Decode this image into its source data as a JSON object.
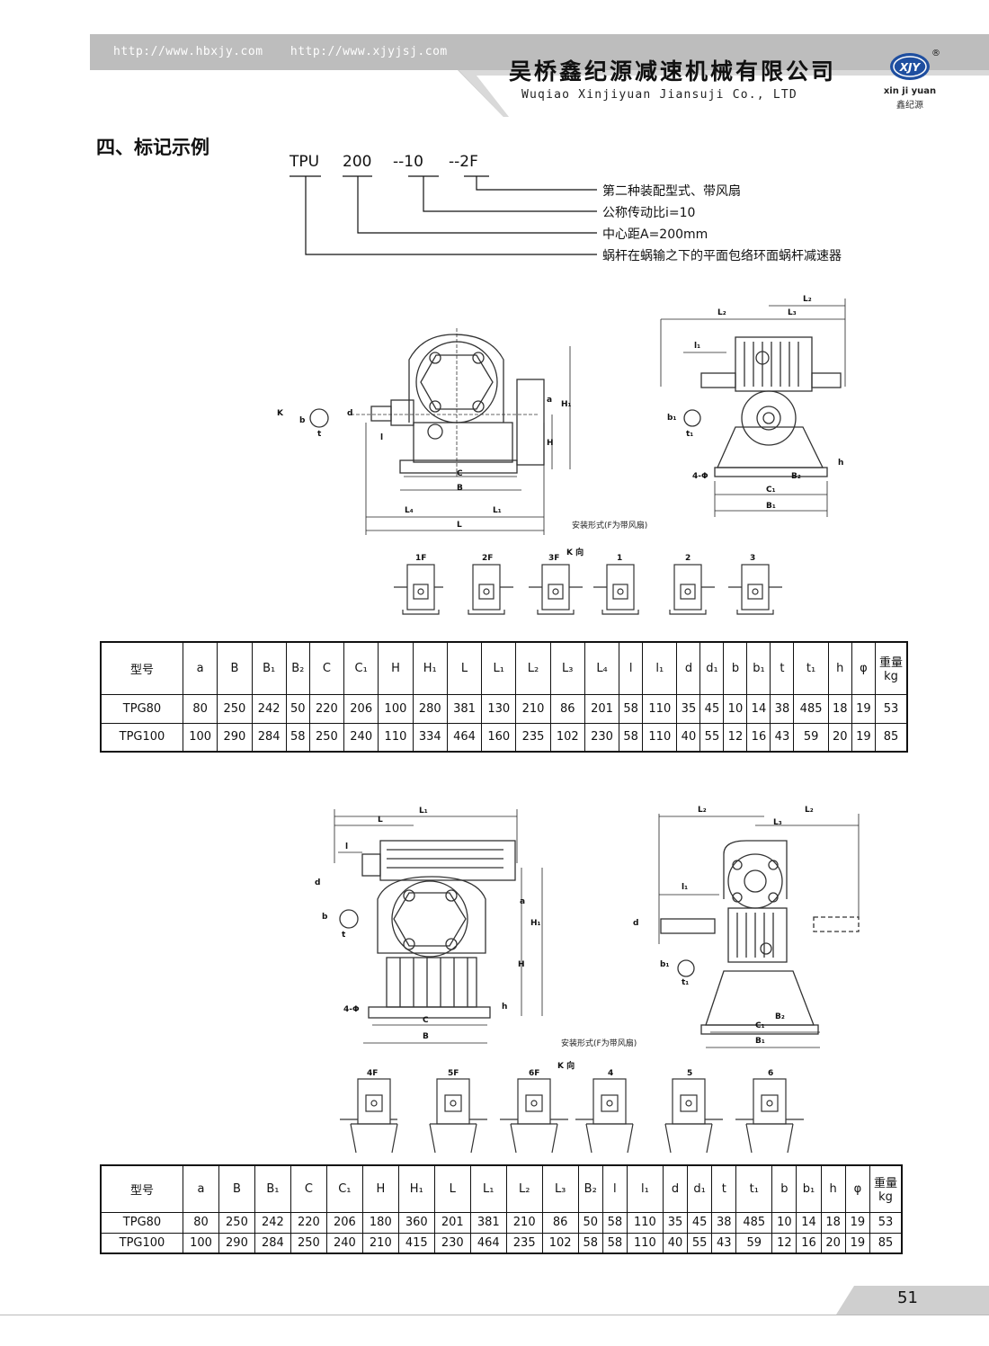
{
  "header": {
    "urls": [
      "http://www.hbxjy.com",
      "http://www.xjyjsj.com"
    ],
    "company_cn": "吴桥鑫纪源减速机械有限公司",
    "company_en": "Wuqiao Xinjiyuan Jiansuji Co., LTD",
    "logo_en": "xin ji yuan",
    "logo_cn": "鑫纪源",
    "logo_mark": "XJY",
    "registered": "®"
  },
  "section_title": "四、标记示例",
  "code": {
    "parts": [
      "TPU",
      "200",
      "--10",
      "--2F"
    ],
    "annotations": [
      "第二种装配型式、带风扇",
      "公称传动比i=10",
      "中心距A=200mm",
      "蜗杆在蜗输之下的平面包络环面蜗杆减速器"
    ]
  },
  "figure1": {
    "caption": "安装形式(F为带风扇)",
    "k_direction": "K 向",
    "mount_labels": [
      "1F",
      "2F",
      "3F",
      "1",
      "2",
      "3"
    ]
  },
  "figure2": {
    "caption": "安装形式(F为带风扇)",
    "k_direction": "K 向",
    "mount_labels": [
      "4F",
      "5F",
      "6F",
      "4",
      "5",
      "6"
    ]
  },
  "dim_labels": {
    "K": "K",
    "b": "b",
    "t": "t",
    "d": "d",
    "l": "l",
    "a": "a",
    "H": "H",
    "H1": "H₁",
    "C": "C",
    "B": "B",
    "L4": "L₄",
    "L1": "L₁",
    "L": "L",
    "L2": "L₂",
    "L3": "L₃",
    "l1": "l₁",
    "b1": "b₁",
    "t1": "t₁",
    "phi4": "4-Φ",
    "h": "h",
    "B2": "B₂",
    "C1": "C₁",
    "B1": "B₁"
  },
  "table1": {
    "headers": [
      "型号",
      "a",
      "B",
      "B₁",
      "B₂",
      "C",
      "C₁",
      "H",
      "H₁",
      "L",
      "L₁",
      "L₂",
      "L₃",
      "L₄",
      "l",
      "l₁",
      "d",
      "d₁",
      "b",
      "b₁",
      "t",
      "t₁",
      "h",
      "φ",
      "重量kg"
    ],
    "rows": [
      [
        "TPG80",
        "80",
        "250",
        "242",
        "50",
        "220",
        "206",
        "100",
        "280",
        "381",
        "130",
        "210",
        "86",
        "201",
        "58",
        "110",
        "35",
        "45",
        "10",
        "14",
        "38",
        "485",
        "18",
        "19",
        "53"
      ],
      [
        "TPG100",
        "100",
        "290",
        "284",
        "58",
        "250",
        "240",
        "110",
        "334",
        "464",
        "160",
        "235",
        "102",
        "230",
        "58",
        "110",
        "40",
        "55",
        "12",
        "16",
        "43",
        "59",
        "20",
        "19",
        "85"
      ]
    ]
  },
  "table2": {
    "headers": [
      "型号",
      "a",
      "B",
      "B₁",
      "C",
      "C₁",
      "H",
      "H₁",
      "L",
      "L₁",
      "L₂",
      "L₃",
      "B₂",
      "l",
      "l₁",
      "d",
      "d₁",
      "t",
      "t₁",
      "b",
      "b₁",
      "h",
      "φ",
      "重量kg"
    ],
    "rows": [
      [
        "TPG80",
        "80",
        "250",
        "242",
        "220",
        "206",
        "180",
        "360",
        "201",
        "381",
        "210",
        "86",
        "50",
        "58",
        "110",
        "35",
        "45",
        "38",
        "485",
        "10",
        "14",
        "18",
        "19",
        "53"
      ],
      [
        "TPG100",
        "100",
        "290",
        "284",
        "250",
        "240",
        "210",
        "415",
        "230",
        "464",
        "235",
        "102",
        "58",
        "58",
        "110",
        "40",
        "55",
        "43",
        "59",
        "12",
        "16",
        "20",
        "19",
        "85"
      ]
    ]
  },
  "page_number": "51",
  "colors": {
    "header_bar": "#bdbdbd",
    "ink": "#111111",
    "logo_blue": "#1f4fa0"
  }
}
